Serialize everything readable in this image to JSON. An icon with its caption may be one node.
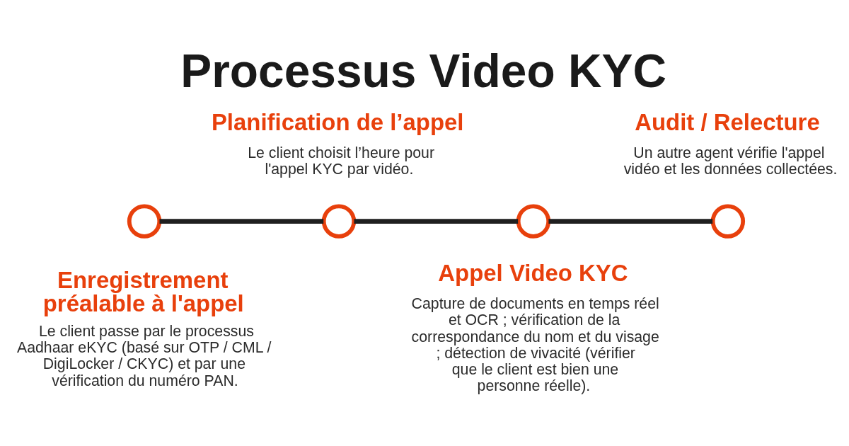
{
  "diagram": {
    "title": "Processus Video KYC",
    "nodes": [
      {
        "text": [],
        "shape": "circle",
        "beside": [
          "Enregistrement préalable à l'appel",
          "Le client passe par le processus Aadhaar eKYC (basé sur OTP / CML / DigiLocker / CKYC) et par une vérification du numéro PAN."
        ]
      },
      {
        "text": [],
        "shape": "circle",
        "beside": [
          "Planification de l’appel",
          "Le client choisit l’heure pour l'appel KYC par vidéo."
        ]
      },
      {
        "text": [],
        "shape": "circle",
        "beside": [
          "Appel Video KYC",
          "Capture de documents en temps réel et OCR ; vérification de la correspondance du nom et du visage ; détection de vivacité (vérifier que le client est bien une personne réelle)."
        ]
      },
      {
        "text": [],
        "shape": "circle",
        "beside": [
          "Audit / Relecture",
          "Un autre agent vérifie l'appel vidéo et les données collectées."
        ]
      }
    ],
    "edges": [
      {
        "from": 0,
        "to": 1,
        "arrow": "none"
      },
      {
        "from": 1,
        "to": 2,
        "arrow": "none"
      },
      {
        "from": 2,
        "to": 3,
        "arrow": "none"
      }
    ]
  }
}
